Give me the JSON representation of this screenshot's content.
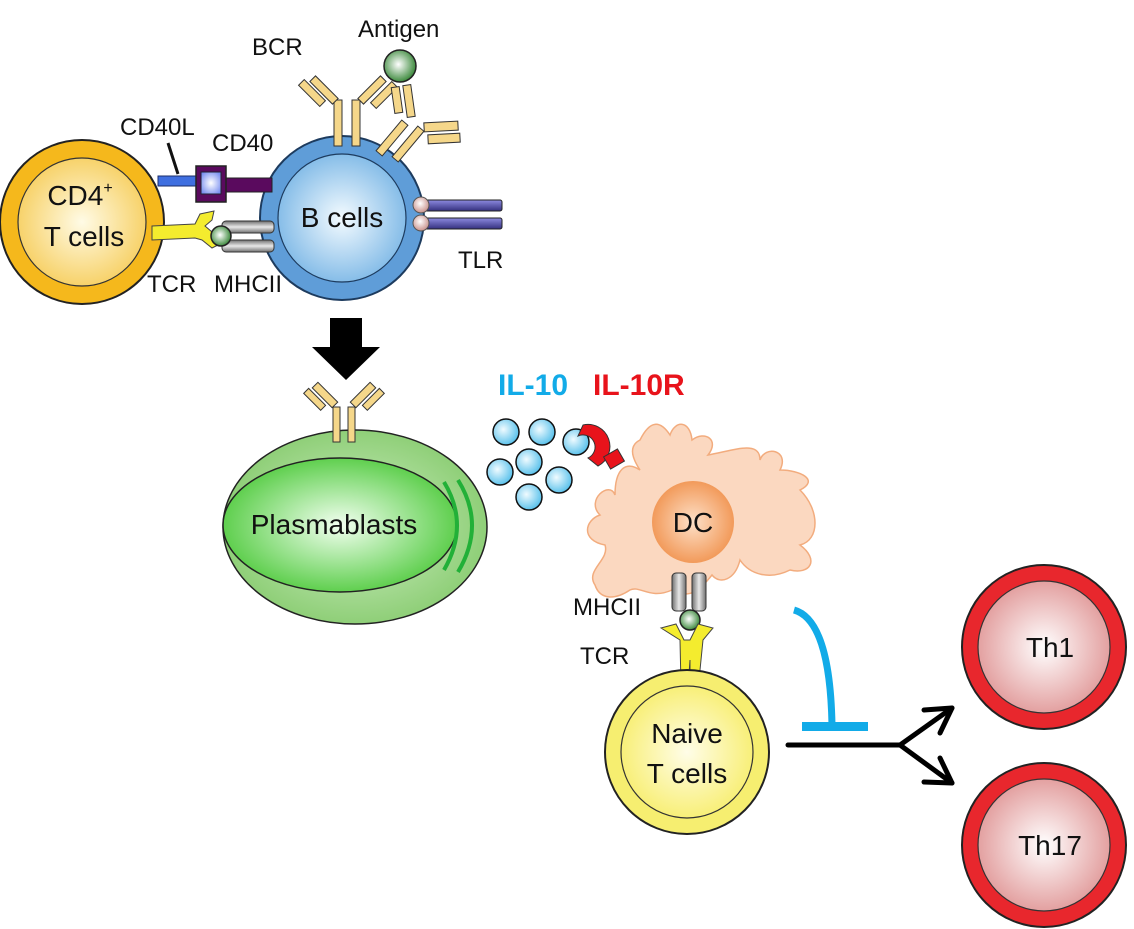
{
  "diagram": {
    "title": "Plasmablast IL-10 regulation of DC and T cell differentiation",
    "colors": {
      "il10": "#12abe8",
      "il10r": "#e8131b",
      "bcr": "#f5d78a",
      "b_cell": "#6ba3d9",
      "t_cell": "#f0b020",
      "plasmablast": "#8fd07a",
      "dc": "#f6b990",
      "naive_t": "#f6ee70",
      "th_cell": "#e8272d",
      "cd40l": "#3f6fe0",
      "cd40": "#5a0a5e",
      "tlr": "#4a47a8",
      "mhcii": "#8c8c8c",
      "tcr": "#f2ea38"
    },
    "cells": {
      "cd4_t": {
        "line1": "CD4",
        "sup": "+",
        "line2": "T cells"
      },
      "b_cell": {
        "label": "B cells"
      },
      "plasmablast": {
        "label": "Plasmablasts"
      },
      "dc": {
        "label": "DC"
      },
      "naive_t": {
        "line1": "Naive",
        "line2": "T cells"
      },
      "th1": {
        "label": "Th1"
      },
      "th17": {
        "label": "Th17"
      }
    },
    "molecules": {
      "bcr": "BCR",
      "antigen": "Antigen",
      "cd40l": "CD40L",
      "cd40": "CD40",
      "tcr_top": "TCR",
      "mhcii_top": "MHCII",
      "tlr": "TLR",
      "il10": "IL-10",
      "il10r": "IL-10R",
      "mhcii_bottom": "MHCII",
      "tcr_bottom": "TCR"
    },
    "arrows": {
      "b_to_plasmablast": "activation",
      "il10_inhibits": "inhibition",
      "differentiation_targets": [
        "Th1",
        "Th17"
      ]
    }
  }
}
